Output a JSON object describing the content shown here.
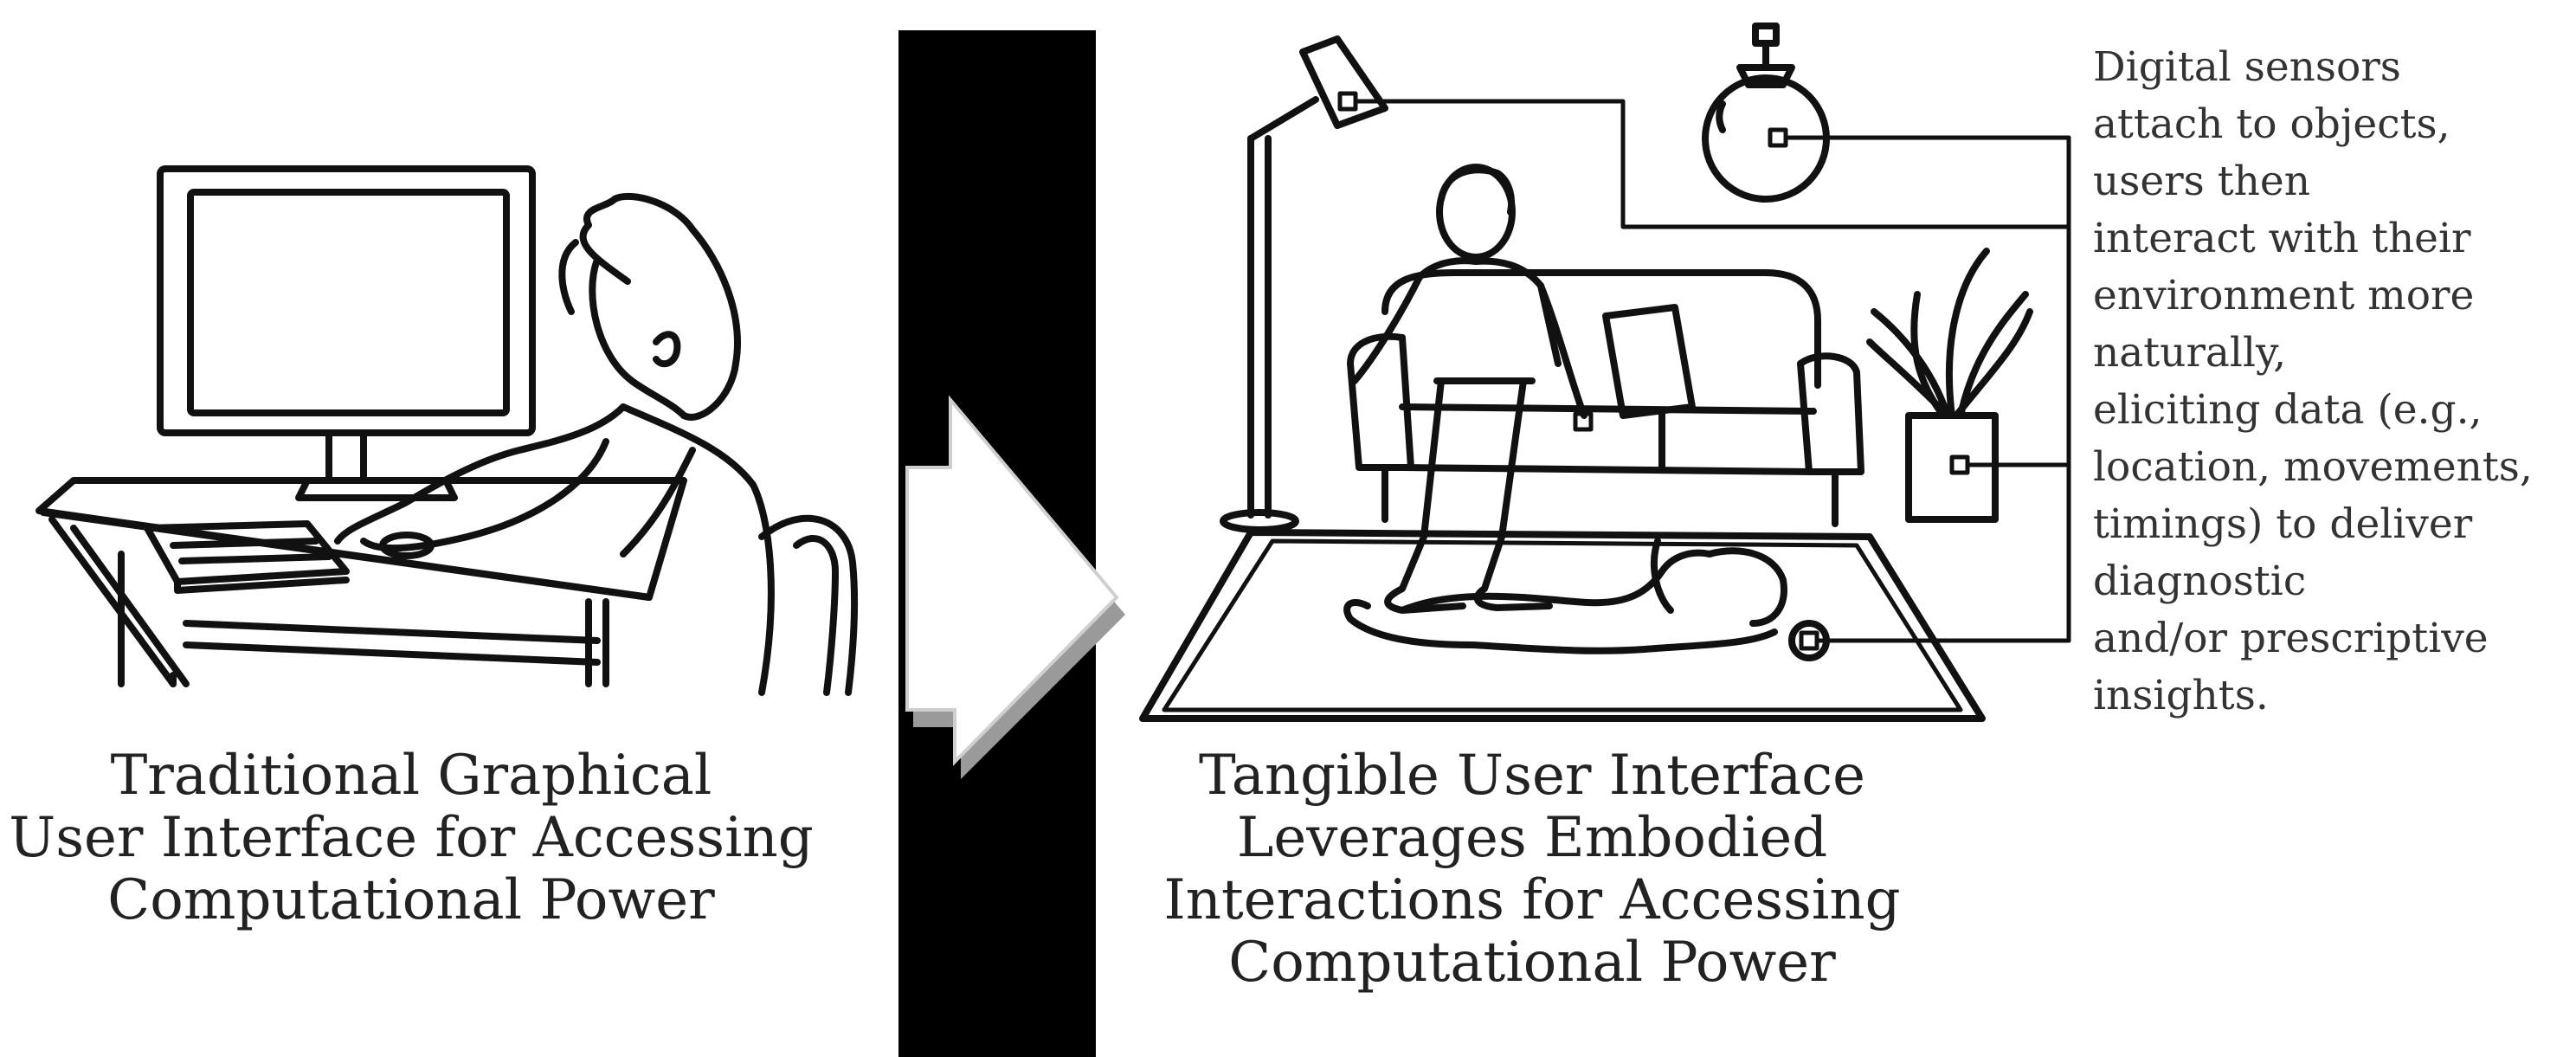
{
  "left_caption": [
    "Traditional Graphical",
    "User Interface for Accessing",
    "Computational Power"
  ],
  "right_caption": [
    "Tangible User Interface",
    "Leverages Embodied",
    "Interactions for Accessing",
    "Computational Power"
  ],
  "side_note": [
    "Digital sensors",
    "attach to objects,",
    "users then",
    "interact with their",
    "environment more",
    "naturally,",
    "eliciting data (e.g.,",
    "location, movements,",
    "timings) to deliver",
    "diagnostic",
    "and/or prescriptive",
    "insights."
  ],
  "colors": {
    "ink": "#111111",
    "divider": "#000000",
    "arrow_shadow": "#9a9a9a"
  }
}
